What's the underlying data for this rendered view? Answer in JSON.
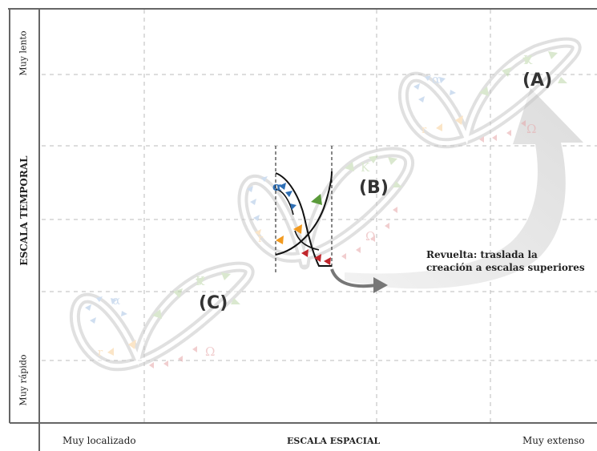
{
  "axes": {
    "y_title": "ESCALA TEMPORAL",
    "y_top": "Muy lento",
    "y_bottom": "Muy rápido",
    "x_title": "ESCALA ESPACIAL",
    "x_left": "Muy localizado",
    "x_right": "Muy extenso"
  },
  "cycles": {
    "a": {
      "label": "(A)"
    },
    "b": {
      "label": "(B)"
    },
    "c": {
      "label": "(C)"
    }
  },
  "annotation": {
    "line1": "Revuelta: traslada la",
    "line2": "creación a escalas superiores"
  },
  "symbols": {
    "alpha": "α",
    "kappa": "K",
    "omega": "Ω",
    "r": "r"
  },
  "colors": {
    "blue": "#2e6fb5",
    "green": "#5a9a3a",
    "orange": "#f29a1f",
    "red": "#c0262c",
    "blue_faded": "#a9c4e4",
    "green_faded": "#bcd6a9",
    "orange_faded": "#f9d19a",
    "red_faded": "#e6a7a9",
    "grey_arrow": "#d9d9d9"
  }
}
